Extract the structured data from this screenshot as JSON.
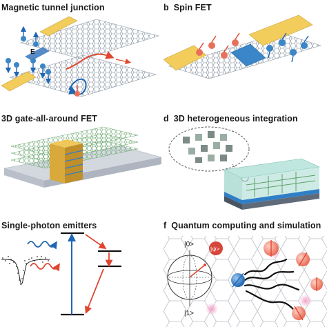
{
  "panels": [
    {
      "letter": "",
      "title": "Magnetic tunnel junction",
      "labels": {
        "field": "E"
      }
    },
    {
      "letter": "b",
      "title": "Spin FET"
    },
    {
      "letter": "",
      "title": "3D gate-all-around FET"
    },
    {
      "letter": "d",
      "title": "3D heterogeneous integration"
    },
    {
      "letter": "",
      "title": "Single-photon emitters"
    },
    {
      "letter": "f",
      "title": "Quantum computing and simulation",
      "labels": {
        "ket0": "|0>",
        "ket1": "|1>",
        "psi": "|ψ>"
      }
    }
  ],
  "colors": {
    "electrode": "#f3cd5c",
    "spin_ball_blue": "#3b86c8",
    "spin_ball_red": "#e8705a",
    "arrow_red": "#e0462f",
    "arrow_blue": "#1f66b3",
    "graphene": "#9aa6b2",
    "substrate": "#c9ced6",
    "gate": "#d9a93c",
    "stack_green": "#5e9f6a",
    "stack_blue": "#2f7fc7",
    "psi_badge": "#d6463a"
  }
}
